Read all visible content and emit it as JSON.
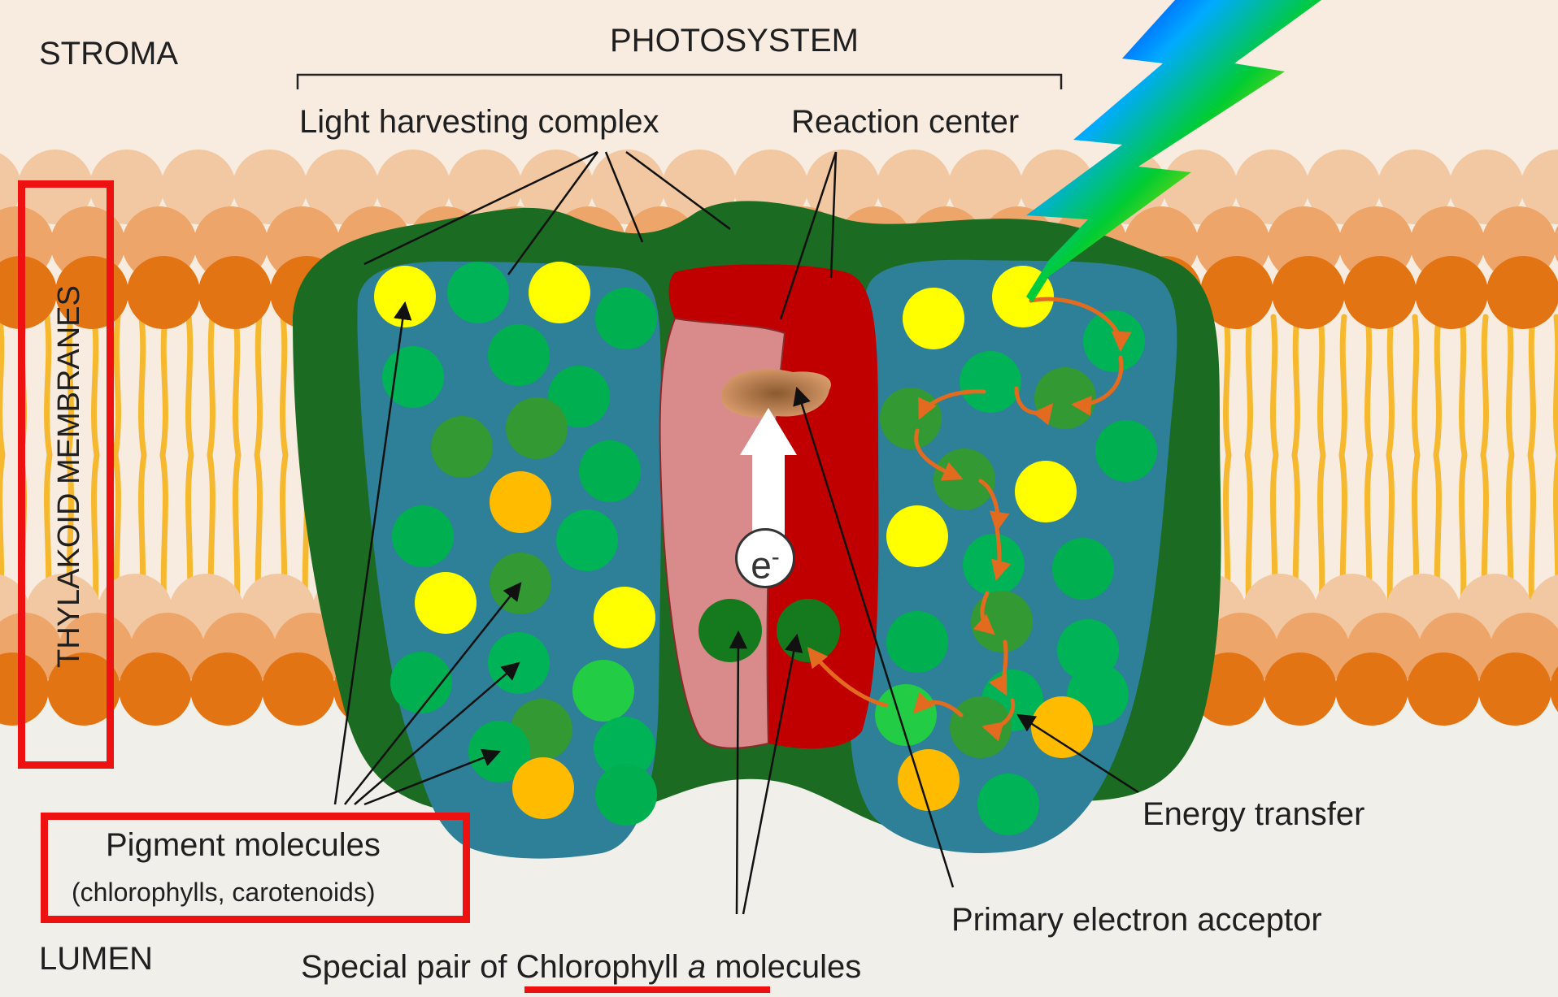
{
  "labels": {
    "stroma": "STROMA",
    "lumen": "LUMEN",
    "photosystem": "PHOTOSYSTEM",
    "light_harvesting_complex": "Light harvesting complex",
    "reaction_center": "Reaction center",
    "thylakoid_membranes": "THYLAKOID MEMBRANES",
    "pigment_molecules": "Pigment molecules",
    "pigment_examples": "(chlorophylls, carotenoids)",
    "special_pair_prefix": "Special pair of ",
    "special_pair_chlorophyll": "Chlorophyll",
    "special_pair_a": "a",
    "special_pair_suffix": " molecules",
    "energy_transfer": "Energy transfer",
    "primary_electron_acceptor": "Primary electron acceptor",
    "electron": "e",
    "electron_charge": "-"
  },
  "colors": {
    "highlight_box": "#ee1111",
    "stroma_bg": "#f8ece0",
    "lumen_bg": "#f0efe9",
    "lipid_head": "#e37414",
    "lipid_tail": "#f5b82e",
    "protein_outer": "#1b6b22",
    "protein_inner": "#2e7f98",
    "reaction_center_dark": "#c00000",
    "reaction_center_light": "#d98b8b",
    "pigment_yellow": "#ffff00",
    "pigment_orange": "#ffbb00",
    "pigment_green": "#00b050",
    "pigment_dark_green": "#339933",
    "special_pair": "#157a1d",
    "energy_arrow": "#e36b1f"
  }
}
